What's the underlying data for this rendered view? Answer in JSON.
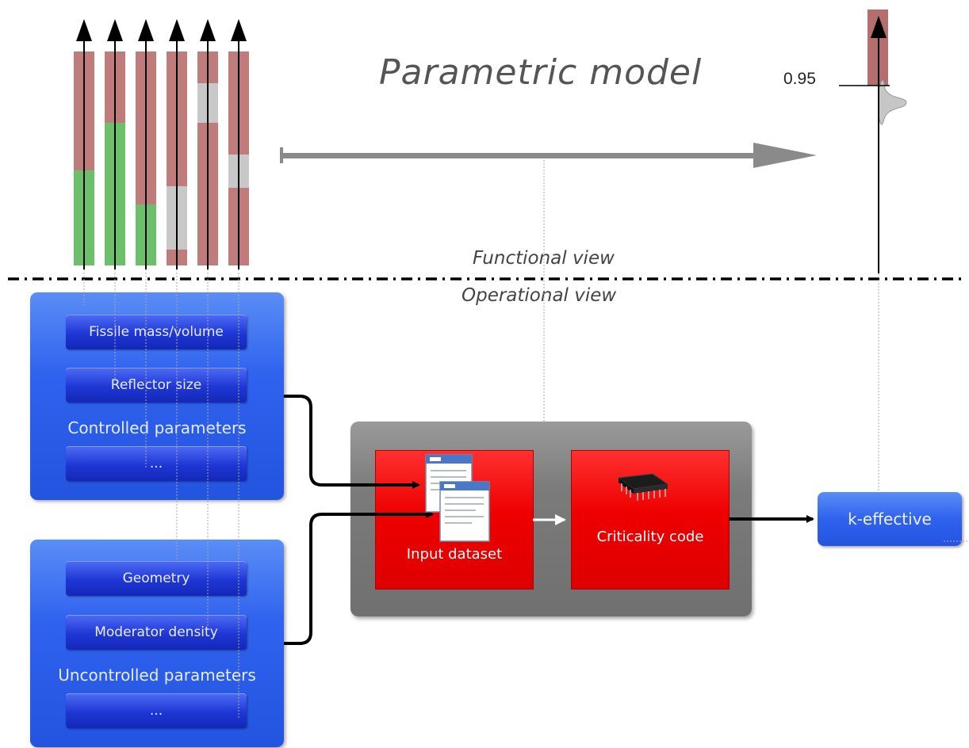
{
  "title": "Parametric model",
  "functional_view": "Functional view",
  "operational_view": "Operational view",
  "probability_label": "0.95",
  "controlled": {
    "label": "Controlled parameters",
    "params": [
      "Fissile mass/volume",
      "Reflector size",
      "..."
    ]
  },
  "uncontrolled": {
    "label": "Uncontrolled parameters",
    "params": [
      "Geometry",
      "Moderator density",
      "..."
    ]
  },
  "engine": {
    "input_label": "Input dataset",
    "code_label": "Criticality code"
  },
  "output_label": "k-effective",
  "colors": {
    "parameter_range_safe": "#6cc06a",
    "parameter_range_unsafe": "#c07b7b",
    "parameter_range_uncertain": "#c8c8c8",
    "blue_box": "#2f62ee",
    "red_box": "#ee0000",
    "engine_box": "#777777"
  }
}
